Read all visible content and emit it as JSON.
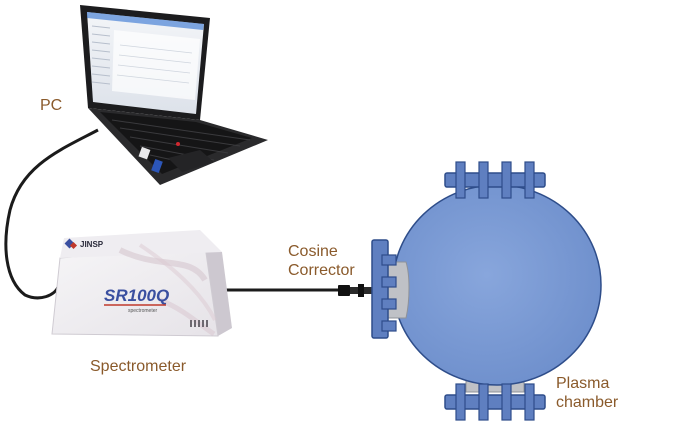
{
  "labels": {
    "pc": "PC",
    "cosine_corrector_line1": "Cosine",
    "cosine_corrector_line2": "Corrector",
    "spectrometer": "Spectrometer",
    "plasma_line1": "Plasma",
    "plasma_line2": "chamber"
  },
  "device": {
    "brand": "JINSP",
    "model": "SR100Q",
    "subtitle": "spectrometer"
  },
  "colors": {
    "label_text": "#8a5a2b",
    "chamber_body": "#7b9ad2",
    "flange": "#5f7fc0",
    "flange_outline": "#2e4d8a",
    "cable": "#1b1b1b",
    "model_text": "#3a4fa0",
    "model_accent": "#c0392b"
  },
  "icons": [
    "laptop-icon",
    "spectrometer-device",
    "cosine-corrector-probe",
    "plasma-chamber"
  ]
}
